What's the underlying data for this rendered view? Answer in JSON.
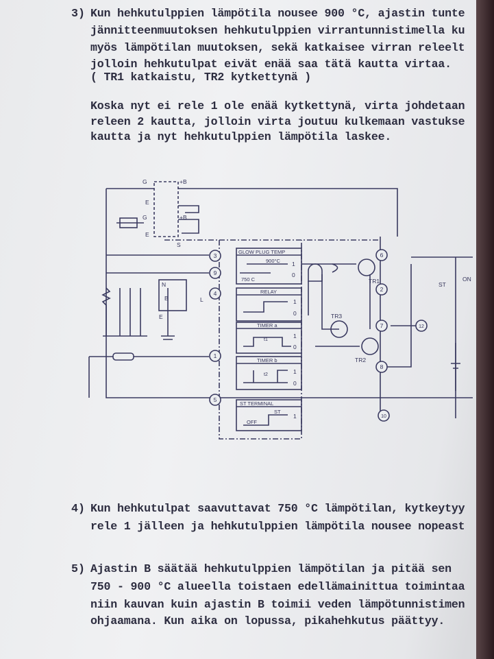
{
  "section3": {
    "number": "3)",
    "lines": [
      "Kun hehkutulppien lämpötila nousee 900 °C, ajastin tunte",
      "jännitteenmuutoksen hehkutulppien virrantunnistimella ku",
      "myös lämpötilan muutoksen, sekä katkaisee virran releelt",
      "jolloin hehkutulpat eivät enää saa tätä kautta virtaa.",
      "( TR1 katkaistu, TR2 kytkettynä )"
    ]
  },
  "paragraph_koska": {
    "lines": [
      "Koska nyt ei rele 1 ole enää kytkettynä, virta johdetaan",
      "releen 2 kautta, jolloin virta joutuu kulkemaan vastukse",
      "kautta ja nyt hehkutulppien lämpötila laskee."
    ]
  },
  "diagram": {
    "labels": {
      "g": "G",
      "plus_b": "+B",
      "e": "E",
      "s": "S",
      "n": "N",
      "b": "B",
      "l": "L",
      "glow_plug_temp": "GLOW PLUG TEMP",
      "t900": "900°C",
      "t750": "750 C",
      "relay": "RELAY",
      "timer_a": "TIMER a",
      "timer_b": "TIMER b",
      "t1": "t1",
      "t2": "t2",
      "st_terminal": "ST TERMINAL",
      "st": "ST",
      "off": "OFF",
      "one": "1",
      "zero": "0",
      "tr1": "TR1",
      "tr2": "TR2",
      "tr3": "TR3",
      "on": "ON"
    },
    "nodes": [
      "3",
      "9",
      "4",
      "1",
      "5",
      "6",
      "2",
      "7",
      "8",
      "10",
      "12"
    ]
  },
  "section4": {
    "number": "4)",
    "lines": [
      "Kun hehkutulpat saavuttavat 750 °C lämpötilan, kytkeytyy",
      "rele 1 jälleen ja hehkutulppien lämpötila nousee nopeast"
    ]
  },
  "section5": {
    "number": "5)",
    "lines": [
      "Ajastin B säätää hehkutulppien lämpötilan ja pitää sen",
      "750 - 900 °C alueella toistaen edellämainittua toimintaa",
      "niin kauvan kuin ajastin B toimii veden lämpötunnistimen",
      "ohjaamana. Kun aika on lopussa, pikahehkutus päättyy."
    ]
  }
}
